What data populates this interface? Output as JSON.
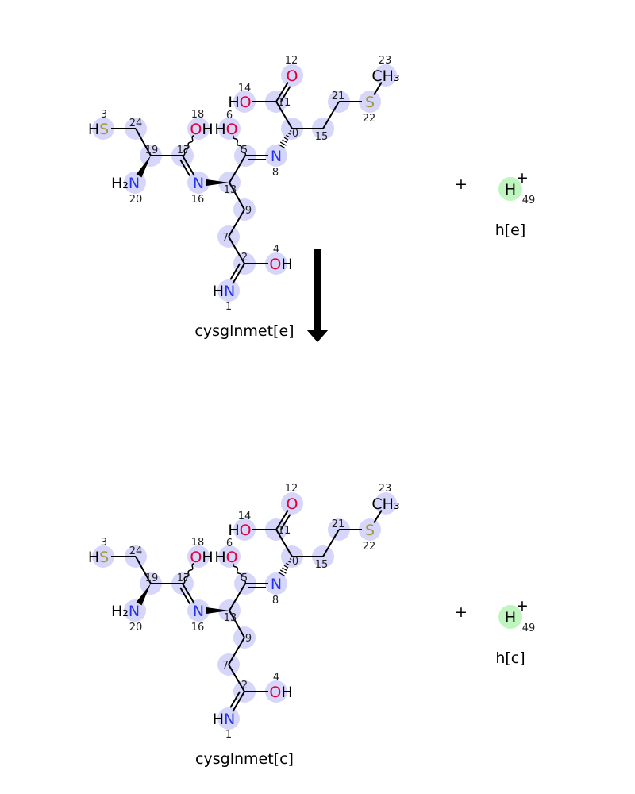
{
  "colors": {
    "highlight": "#d6d6fa",
    "proton_highlight": "#c0f5c0",
    "N": "#2233ee",
    "O": "#e0003a",
    "S": "#a59a3a",
    "C": "#000000"
  },
  "reactants": [
    {
      "name": "cysglnmet[e]",
      "atoms": [
        {
          "num": "0"
        },
        {
          "num": "1",
          "el": "N",
          "pre": "H"
        },
        {
          "num": "2"
        },
        {
          "num": "3",
          "el": "S",
          "pre": "H"
        },
        {
          "num": "4",
          "el": "O",
          "post": "H"
        },
        {
          "num": "5"
        },
        {
          "num": "6",
          "el": "O",
          "pre": "H"
        },
        {
          "num": "7"
        },
        {
          "num": "8",
          "el": "N"
        },
        {
          "num": "9"
        },
        {
          "num": "11"
        },
        {
          "num": "12",
          "el": "O"
        },
        {
          "num": "13"
        },
        {
          "num": "14",
          "el": "O",
          "pre": "H"
        },
        {
          "num": "15"
        },
        {
          "num": "16",
          "el": "N"
        },
        {
          "num": "17"
        },
        {
          "num": "18",
          "el": "O",
          "post": "H"
        },
        {
          "num": "19"
        },
        {
          "num": "20",
          "el": "N",
          "pre": "H₂"
        },
        {
          "num": "21"
        },
        {
          "num": "22",
          "el": "S"
        },
        {
          "num": "23",
          "el": "CH₃",
          "post": ""
        },
        {
          "num": "24"
        }
      ]
    },
    {
      "name": "h[e]",
      "proton": {
        "label": "H",
        "charge": "+",
        "num": "49"
      }
    }
  ],
  "products": [
    {
      "name": "cysglnmet[c]"
    },
    {
      "name": "h[c]",
      "proton": {
        "label": "H",
        "charge": "+",
        "num": "49"
      }
    }
  ],
  "plus_sign": "+"
}
